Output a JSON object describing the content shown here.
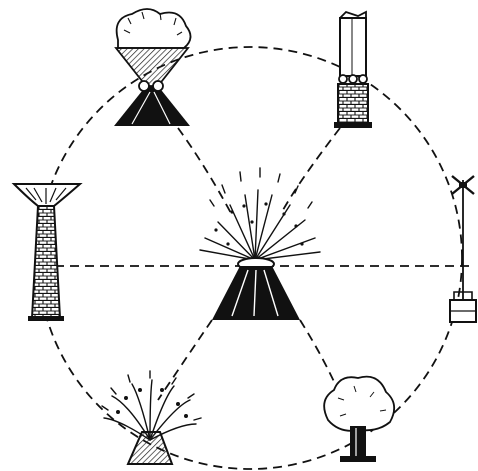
{
  "diagram": {
    "style": {
      "ink": "#111111",
      "paper": "#ffffff",
      "hatch": "#222222"
    },
    "figures": [
      {
        "id": "center",
        "icon": "fountain-cone-icon"
      },
      {
        "id": "top-left",
        "icon": "cut-bush-vase-icon"
      },
      {
        "id": "top-right",
        "icon": "column-stump-icon"
      },
      {
        "id": "left",
        "icon": "pedestal-cup-icon"
      },
      {
        "id": "right",
        "icon": "windmill-well-icon"
      },
      {
        "id": "bottom-left",
        "icon": "shrub-icon"
      },
      {
        "id": "bottom-right",
        "icon": "round-tree-icon"
      }
    ]
  }
}
